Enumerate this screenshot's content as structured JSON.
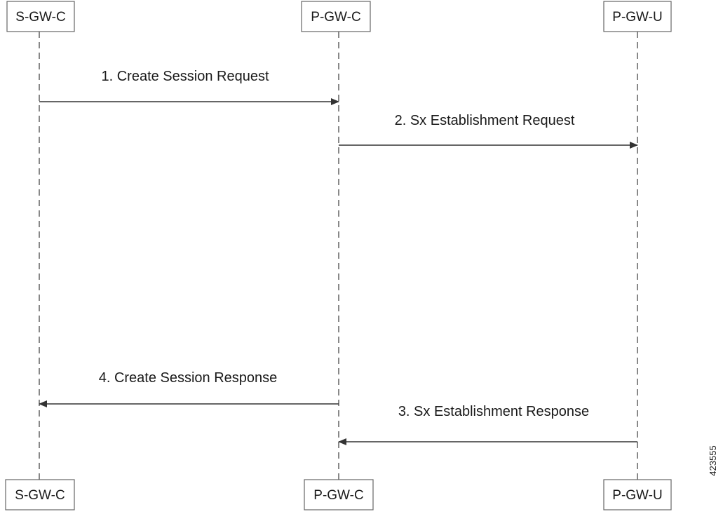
{
  "participants": [
    {
      "id": "sgwc",
      "label": "S-GW-C"
    },
    {
      "id": "pgwc",
      "label": "P-GW-C"
    },
    {
      "id": "pgwu",
      "label": "P-GW-U"
    }
  ],
  "messages": [
    {
      "step": 1,
      "label": "1. Create Session Request",
      "from": "sgwc",
      "to": "pgwc"
    },
    {
      "step": 2,
      "label": "2. Sx Establishment Request",
      "from": "pgwc",
      "to": "pgwu"
    },
    {
      "step": 4,
      "label": "4. Create Session Response",
      "from": "pgwc",
      "to": "sgwc"
    },
    {
      "step": 3,
      "label": "3. Sx Establishment Response",
      "from": "pgwu",
      "to": "pgwc"
    }
  ],
  "figure_id": "423555",
  "colors": {
    "line": "#333333",
    "lifeline": "#555555",
    "box_border": "#666666"
  }
}
